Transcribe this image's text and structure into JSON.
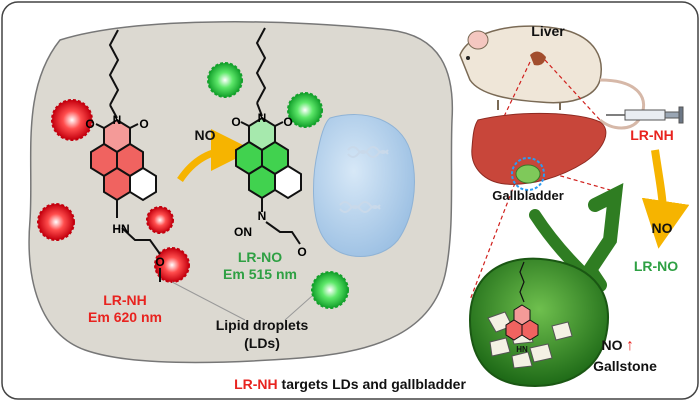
{
  "labels": {
    "lr_nh_left": "LR-NH",
    "em_620": "Em 620 nm",
    "no_arrow": "NO",
    "lr_no_left": "LR-NO",
    "em_515": "Em 515 nm",
    "lipid_droplets": "Lipid droplets",
    "lds": "(LDs)",
    "liver": "Liver",
    "lr_nh_right": "LR-NH",
    "gallbladder": "Gallbladder",
    "no_right": "NO",
    "lr_no_right": "LR-NO",
    "no_up": "NO",
    "up_arrow": "↑",
    "gallstone": "Gallstone",
    "caption_prefix": "LR-NH",
    "caption_rest": " targets LDs and gallbladder",
    "atom_n": "N",
    "atom_o": "O",
    "atom_hn": "HN",
    "atom_on": "ON"
  },
  "colors": {
    "red_probe": "#e8231f",
    "green_probe": "#2ea043",
    "cell": "#dbd8d0",
    "nucleus": "#aecde9",
    "liver": "#c8463a",
    "gallbladder": "#3f8f2a",
    "arrow": "#f6b400"
  }
}
